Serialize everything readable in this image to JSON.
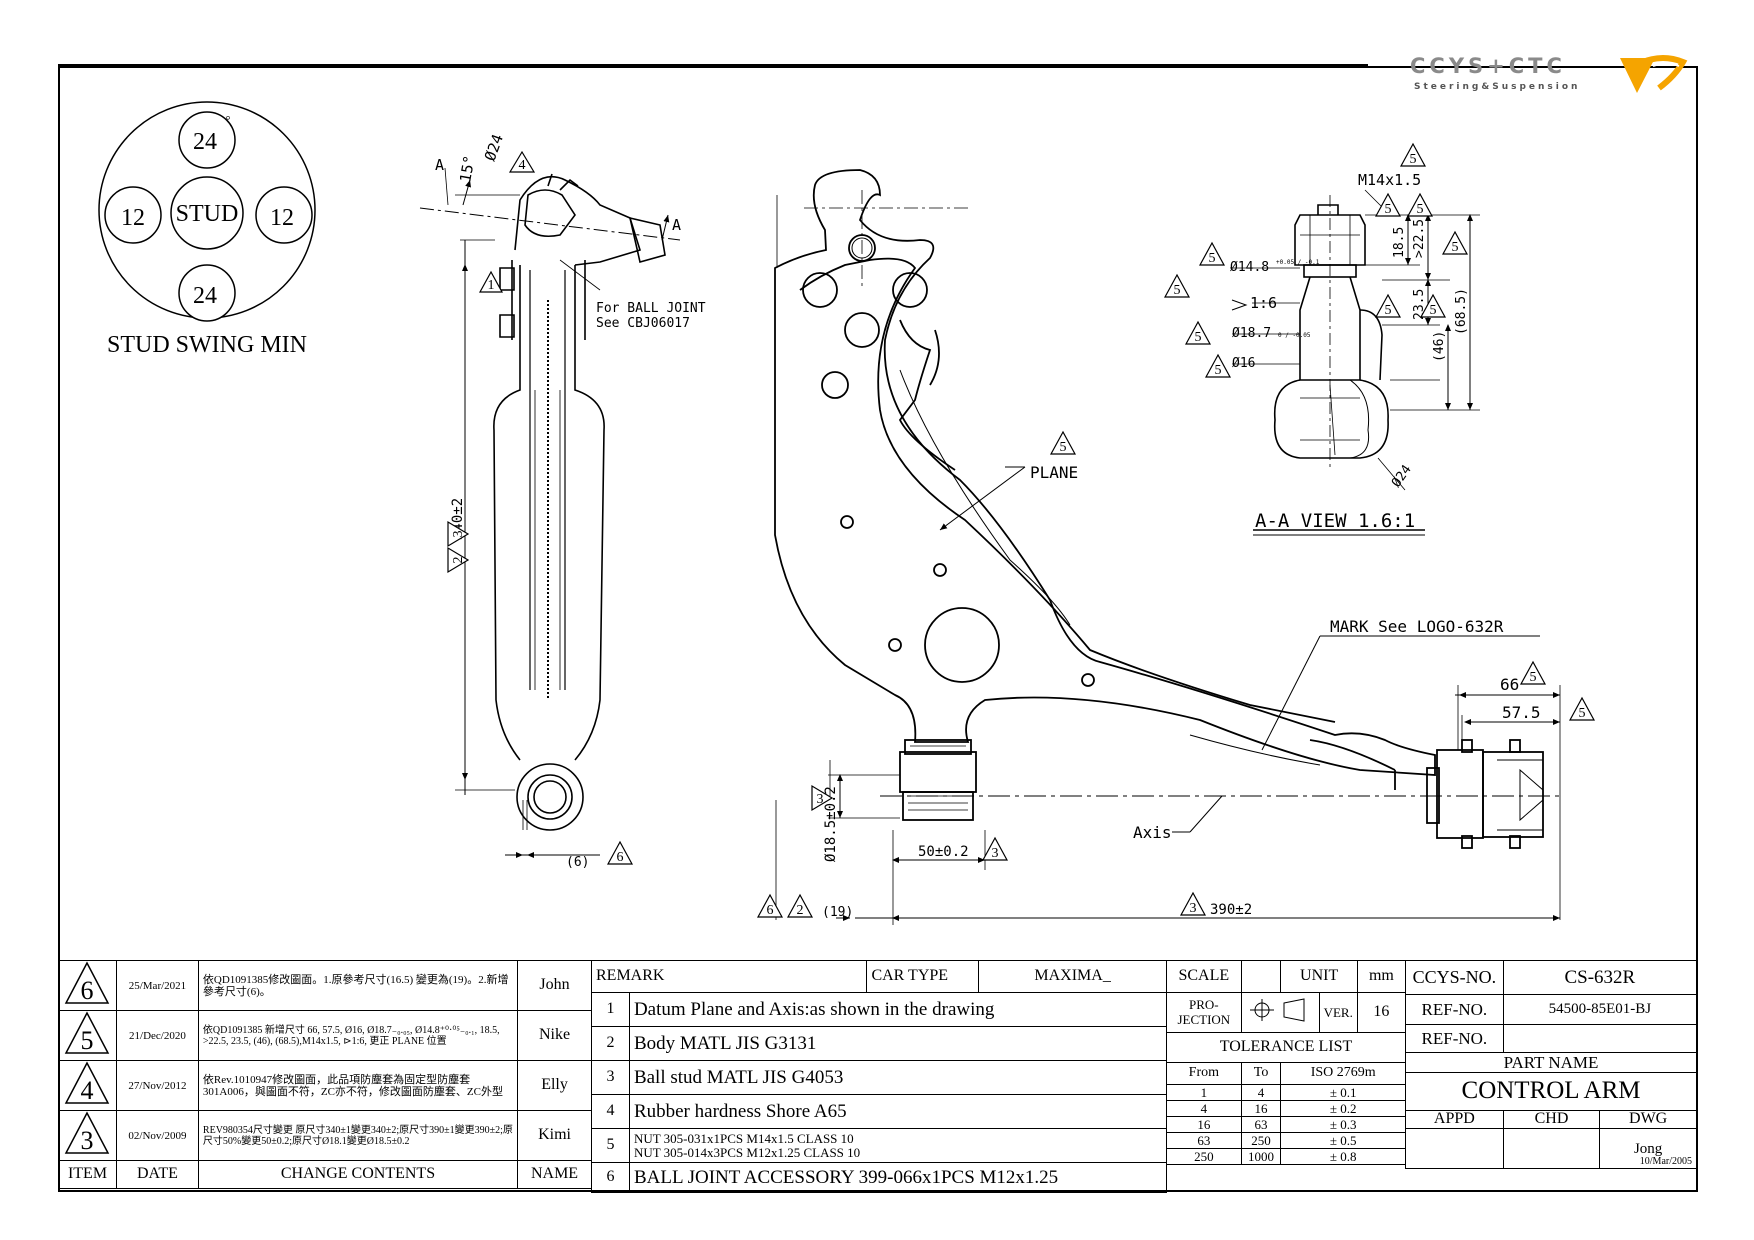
{
  "logo": {
    "brand": "CCYS+CTC",
    "tagline": "Steering&Suspension"
  },
  "stud_swing": {
    "title": "STUD SWING MIN",
    "center": "STUD",
    "top": "24",
    "bottom": "24",
    "left": "12",
    "right": "12",
    "unit": "°"
  },
  "side_view": {
    "section_a_top": "A",
    "section_a_right": "A",
    "angle": "15°",
    "ball_dia": "Ø24",
    "rev_4": "4",
    "rev_1": "1",
    "note_line1": "For BALL JOINT",
    "note_line2": "See CBJ06017",
    "length": "340±2",
    "rev_2": "2",
    "rev_3": "3",
    "width": "(6)",
    "rev_6": "6"
  },
  "main_view": {
    "plane": "PLANE",
    "rev_plane": "5",
    "mark": "MARK See LOGO-632R",
    "axis": "Axis",
    "dim_66": "66",
    "dim_575": "57.5",
    "rev_66": "5",
    "rev_575": "5",
    "dim_dia": "Ø18.5±0.2",
    "rev_dia": "3",
    "dim_50": "50±0.2",
    "rev_50": "3",
    "dim_19": "(19)",
    "rev_19a": "6",
    "rev_19b": "2",
    "dim_390": "390±2",
    "rev_390": "3"
  },
  "aa_view": {
    "title": "A-A VIEW 1.6:1",
    "thread": "M14x1.5",
    "d148": "Ø14.8",
    "d148_tol": "+0.05 / -0.1",
    "taper": "1:6",
    "d187": "Ø18.7",
    "d187_tol": "0 / -0.05",
    "d16": "Ø16",
    "d24": "Ø24",
    "h185": "18.5",
    "h225": ">22.5",
    "h235": "23.5",
    "h46": "(46)",
    "h685": "(68.5)",
    "rev": "5"
  },
  "revisions": [
    {
      "item": "6",
      "date": "25/Mar/2021",
      "contents": "依QD1091385修改圖面。1.原參考尺寸(16.5) 變更為(19)。2.新增參考尺寸(6)。",
      "name": "John"
    },
    {
      "item": "5",
      "date": "21/Dec/2020",
      "contents": "依QD1091385 新增尺寸 66, 57.5, Ø16, Ø18.7₋₀.₀₅, Ø14.8⁺⁰·⁰⁵₋₀.₁, 18.5, >22.5, 23.5, (46), (68.5),M14x1.5, ⊳1:6, 更正 PLANE 位置",
      "name": "Nike"
    },
    {
      "item": "4",
      "date": "27/Nov/2012",
      "contents": "依Rev.1010947修改圖面，此品項防塵套為固定型防塵套301A006，與圖面不符，ZC亦不符，修改圖面防塵套、ZC外型",
      "name": "Elly"
    },
    {
      "item": "3",
      "date": "02/Nov/2009",
      "contents": "REV980354尺寸變更 原尺寸340±1變更340±2;原尺寸390±1變更390±2;原尺寸50%變更50±0.2;原尺寸Ø18.1變更Ø18.5±0.2",
      "name": "Kimi"
    }
  ],
  "rev_headers": {
    "item": "ITEM",
    "date": "DATE",
    "contents": "CHANGE CONTENTS",
    "name": "NAME"
  },
  "remarks": {
    "header": "REMARK",
    "car_type_label": "CAR TYPE",
    "car_type": "MAXIMA_",
    "items": [
      {
        "no": "1",
        "text": "Datum Plane and Axis:as shown in the drawing"
      },
      {
        "no": "2",
        "text": "Body MATL JIS G3131"
      },
      {
        "no": "3",
        "text": "Ball stud MATL JIS G4053"
      },
      {
        "no": "4",
        "text": "Rubber hardness Shore A65"
      },
      {
        "no": "5",
        "text": "NUT 305-031x1PCS M14x1.5 CLASS 10",
        "text2": "NUT 305-014x3PCS M12x1.25 CLASS 10"
      },
      {
        "no": "6",
        "text": "BALL JOINT ACCESSORY 399-066x1PCS M12x1.25"
      }
    ]
  },
  "spec": {
    "scale": "SCALE",
    "unit": "UNIT",
    "unit_val": "mm",
    "projection": "PRO-JECTION",
    "ver": "VER.",
    "ver_val": "16",
    "tolerance_title": "TOLERANCE LIST",
    "tol_headers": [
      "From",
      "To",
      "ISO 2769m"
    ],
    "tolerances": [
      [
        "1",
        "4",
        "± 0.1"
      ],
      [
        "4",
        "16",
        "± 0.2"
      ],
      [
        "16",
        "63",
        "± 0.3"
      ],
      [
        "63",
        "250",
        "± 0.5"
      ],
      [
        "250",
        "1000",
        "± 0.8"
      ]
    ]
  },
  "titleblock": {
    "ccys_label": "CCYS-NO.",
    "ccys_no": "CS-632R",
    "ref_label": "REF-NO.",
    "ref_no": "54500-85E01-BJ",
    "ref_label2": "REF-NO.",
    "ref_no2": "",
    "part_name_label": "PART NAME",
    "part_name": "CONTROL ARM",
    "appd": "APPD",
    "chd": "CHD",
    "dwg": "DWG",
    "drawer": "Jong",
    "date": "10/Mar/2005"
  }
}
